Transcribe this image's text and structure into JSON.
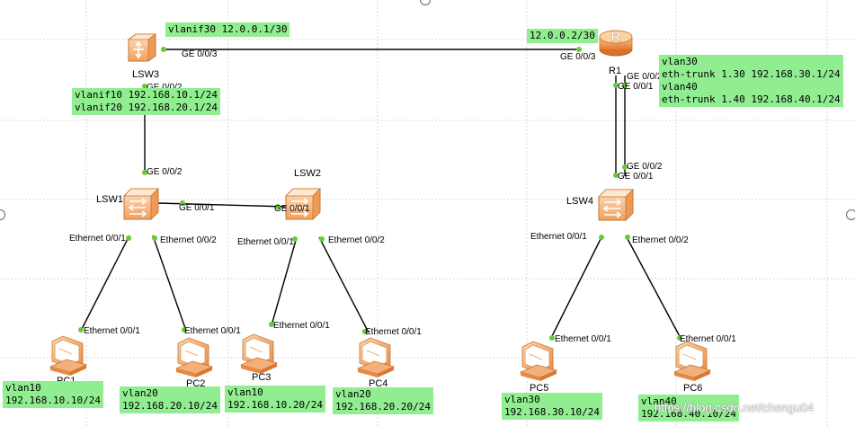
{
  "devices": {
    "lsw3": "LSW3",
    "lsw1": "LSW1",
    "lsw2": "LSW2",
    "r1": "R1",
    "lsw4": "LSW4",
    "pc1": "PC1",
    "pc2": "PC2",
    "pc3": "PC3",
    "pc4": "PC4",
    "pc5": "PC5",
    "pc6": "PC6"
  },
  "ports": {
    "lsw3_ge003": "GE 0/0/3",
    "lsw3_ge002": "GE 0/0/2",
    "r1_ge003": "GE 0/0/3",
    "r1_ge002": "GE 0/0/2",
    "r1_ge001": "GE 0/0/1",
    "lsw1_ge002": "GE 0/0/2",
    "lsw1_ge001": "GE 0/0/1",
    "lsw2_ge001": "GE 0/0/1",
    "lsw4_ge002": "GE 0/0/2",
    "lsw4_ge001": "GE 0/0/1",
    "lsw1_e001": "Ethernet 0/0/1",
    "lsw1_e002": "Ethernet 0/0/2",
    "lsw2_e001": "Ethernet 0/0/1",
    "lsw2_e002": "Ethernet 0/0/2",
    "lsw4_e001": "Ethernet 0/0/1",
    "lsw4_e002": "Ethernet 0/0/2",
    "pc1_e001": "Ethernet 0/0/1",
    "pc2_e001": "Ethernet 0/0/1",
    "pc3_e001": "Ethernet 0/0/1",
    "pc4_e001": "Ethernet 0/0/1",
    "pc5_e001": "Ethernet 0/0/1",
    "pc6_e001": "Ethernet 0/0/1"
  },
  "notes": {
    "lsw3_vlanif30": "vlanif30 12.0.0.1/30",
    "lsw3_vlanif10": "vlanif10 192.168.10.1/24",
    "lsw3_vlanif20": "vlanif20 192.168.20.1/24",
    "r1_ip": "12.0.0.2/30",
    "r1_vlan30": "vlan30",
    "r1_trunk30": "eth-trunk 1.30 192.168.30.1/24",
    "r1_vlan40": "vlan40",
    "r1_trunk40": "eth-trunk 1.40 192.168.40.1/24",
    "pc1_vlan": "vlan10",
    "pc1_ip": "192.168.10.10/24",
    "pc2_vlan": "vlan20",
    "pc2_ip": "192.168.20.10/24",
    "pc3_vlan": "vlan10",
    "pc3_ip": "192.168.10.20/24",
    "pc4_vlan": "vlan20",
    "pc4_ip": "192.168.20.20/24",
    "pc5_vlan": "vlan30",
    "pc5_ip": "192.168.30.10/24",
    "pc6_vlan": "vlan40",
    "pc6_ip": "192.168.40.10/24"
  },
  "watermark": "https://blog.csdn.net/chengu04",
  "colors": {
    "note_bg": "#90ee90",
    "link": "#000000",
    "port_dot": "#66cc33",
    "device_orange": "#f4a460"
  }
}
